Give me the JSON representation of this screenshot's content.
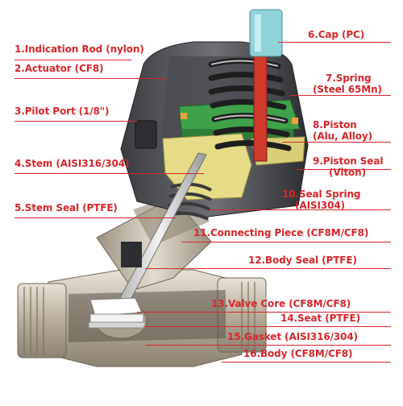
{
  "parts": {
    "p1": "1.Indication Rod (nylon)",
    "p2": "2.Actuator (CF8)",
    "p3": "3.Pilot Port (1/8\")",
    "p4": "4.Stem (AISI316/304)",
    "p5": "5.Stem Seal (PTFE)",
    "p6": "6.Cap (PC)",
    "p7a": "7.Spring",
    "p7b": "(Steel 65Mn)",
    "p8a": "8.Piston",
    "p8b": "(Alu, Alloy)",
    "p9a": "9.Piston Seal",
    "p9b": "(Viton)",
    "p10a": "10.Seal Spring",
    "p10b": "(AISI304)",
    "p11": "11.Connecting Piece (CF8M/CF8)",
    "p12": "12.Body Seal (PTFE)",
    "p13": "13.Valve Core (CF8M/CF8)",
    "p14": "14.Seat (PTFE)",
    "p15": "15.Gasket (AISI316/304)",
    "p16": "16.Body (CF8M/CF8)"
  },
  "colors": {
    "label": "#d8262b",
    "spring": "#2b2b2b",
    "piston": "#3fa24a",
    "cap": "#8fd3d8",
    "rod": "#d03a2a",
    "yellow": "#e6dc88",
    "body_metal": "#c9bfae"
  }
}
